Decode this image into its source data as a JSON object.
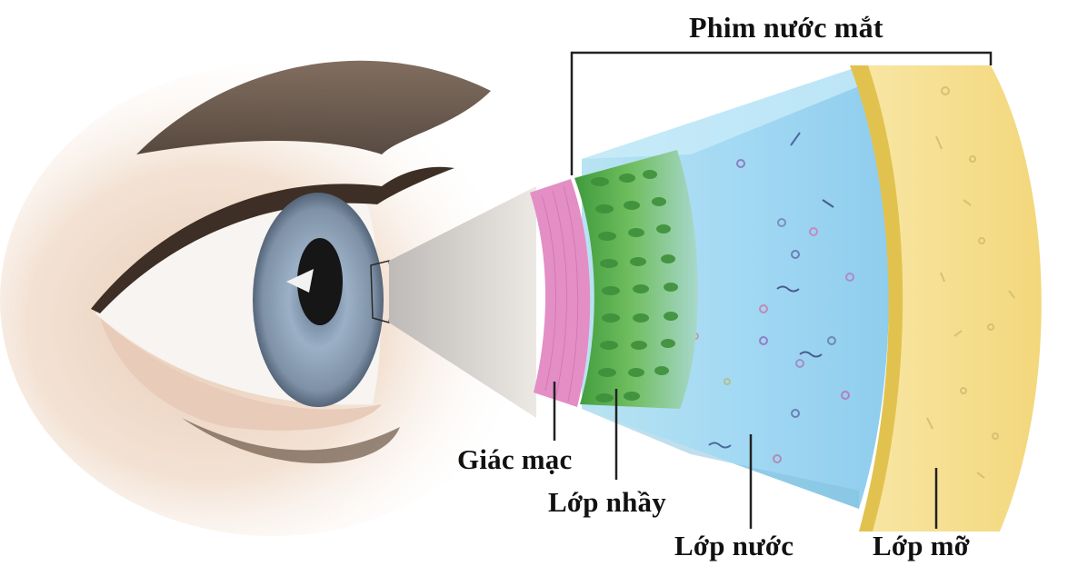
{
  "diagram": {
    "title": "Phim nước mắt",
    "labels": {
      "cornea": "Giác mạc",
      "mucin_layer": "Lớp nhầy",
      "aqueous_layer": "Lớp nước",
      "lipid_layer": "Lớp mỡ"
    },
    "layers_order_inner_to_outer": [
      "Giác mạc",
      "Lớp nhầy",
      "Lớp nước",
      "Lớp mỡ"
    ],
    "colors": {
      "cornea": "#e28cc4",
      "mucin": "#4fa84a",
      "mucin_fluid": "#9fd1c0",
      "aqueous": "#a9dcf3",
      "aqueous_edge": "#7cc4e8",
      "lipid": "#f6df90",
      "lipid_edge": "#e0bf4a",
      "iris": "#8fa3b8",
      "pupil": "#151515",
      "eyelash": "#4a3a2c",
      "skin": "#f1dccb",
      "leader_line": "#222222"
    }
  }
}
